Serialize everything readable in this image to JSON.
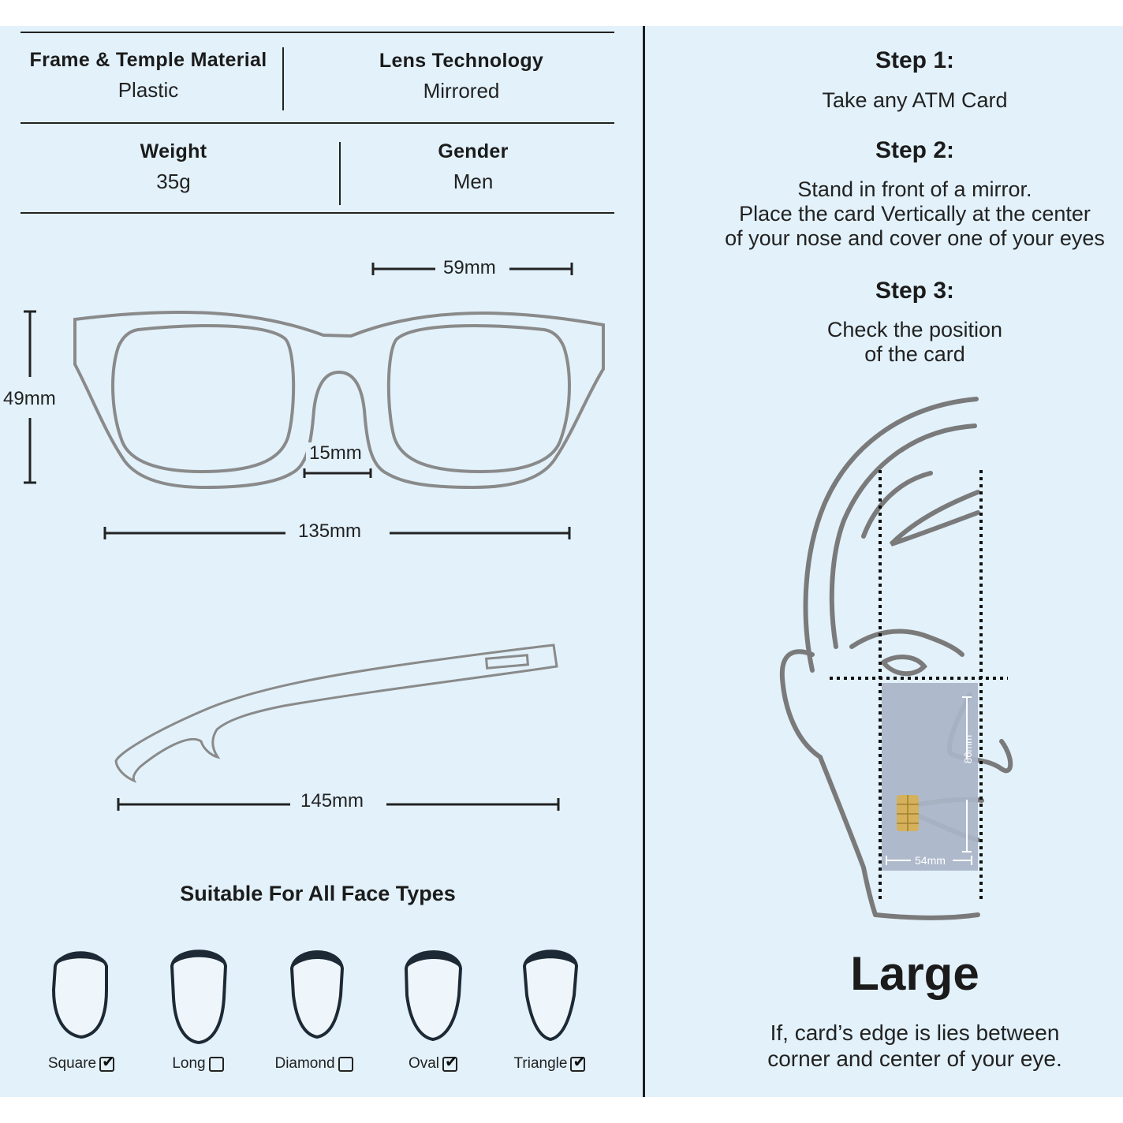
{
  "specs": {
    "frame_material": {
      "label": "Frame & Temple Material",
      "value": "Plastic"
    },
    "lens_technology": {
      "label": "Lens Technology",
      "value": "Mirrored"
    },
    "weight": {
      "label": "Weight",
      "value": "35g"
    },
    "gender": {
      "label": "Gender",
      "value": "Men"
    }
  },
  "dimensions": {
    "lens_width": "59mm",
    "lens_height": "49mm",
    "bridge": "15mm",
    "frame_width": "135mm",
    "temple_length": "145mm"
  },
  "card": {
    "height": "86mm",
    "width": "54mm"
  },
  "faces": {
    "title": "Suitable For All Face Types",
    "items": [
      {
        "name": "Square",
        "checked": true
      },
      {
        "name": "Long",
        "checked": false
      },
      {
        "name": "Diamond",
        "checked": false
      },
      {
        "name": "Oval",
        "checked": true
      },
      {
        "name": "Triangle",
        "checked": true
      }
    ]
  },
  "steps": [
    {
      "title": "Step 1:",
      "lines": [
        "Take any ATM Card"
      ]
    },
    {
      "title": "Step 2:",
      "lines": [
        "Stand in front of a mirror.",
        "Place the card Vertically at the center",
        "of your nose and cover one of your eyes"
      ]
    },
    {
      "title": "Step 3:",
      "lines": [
        "Check the position",
        "of the card"
      ]
    }
  ],
  "size": {
    "label": "Large",
    "description": [
      "If, card’s edge is lies between",
      "corner and center of your eye."
    ]
  },
  "colors": {
    "background": "#e2f1fa",
    "frame_stroke": "#8a8a8a",
    "card": "#a9b5c8",
    "chip": "#d4b15a"
  }
}
